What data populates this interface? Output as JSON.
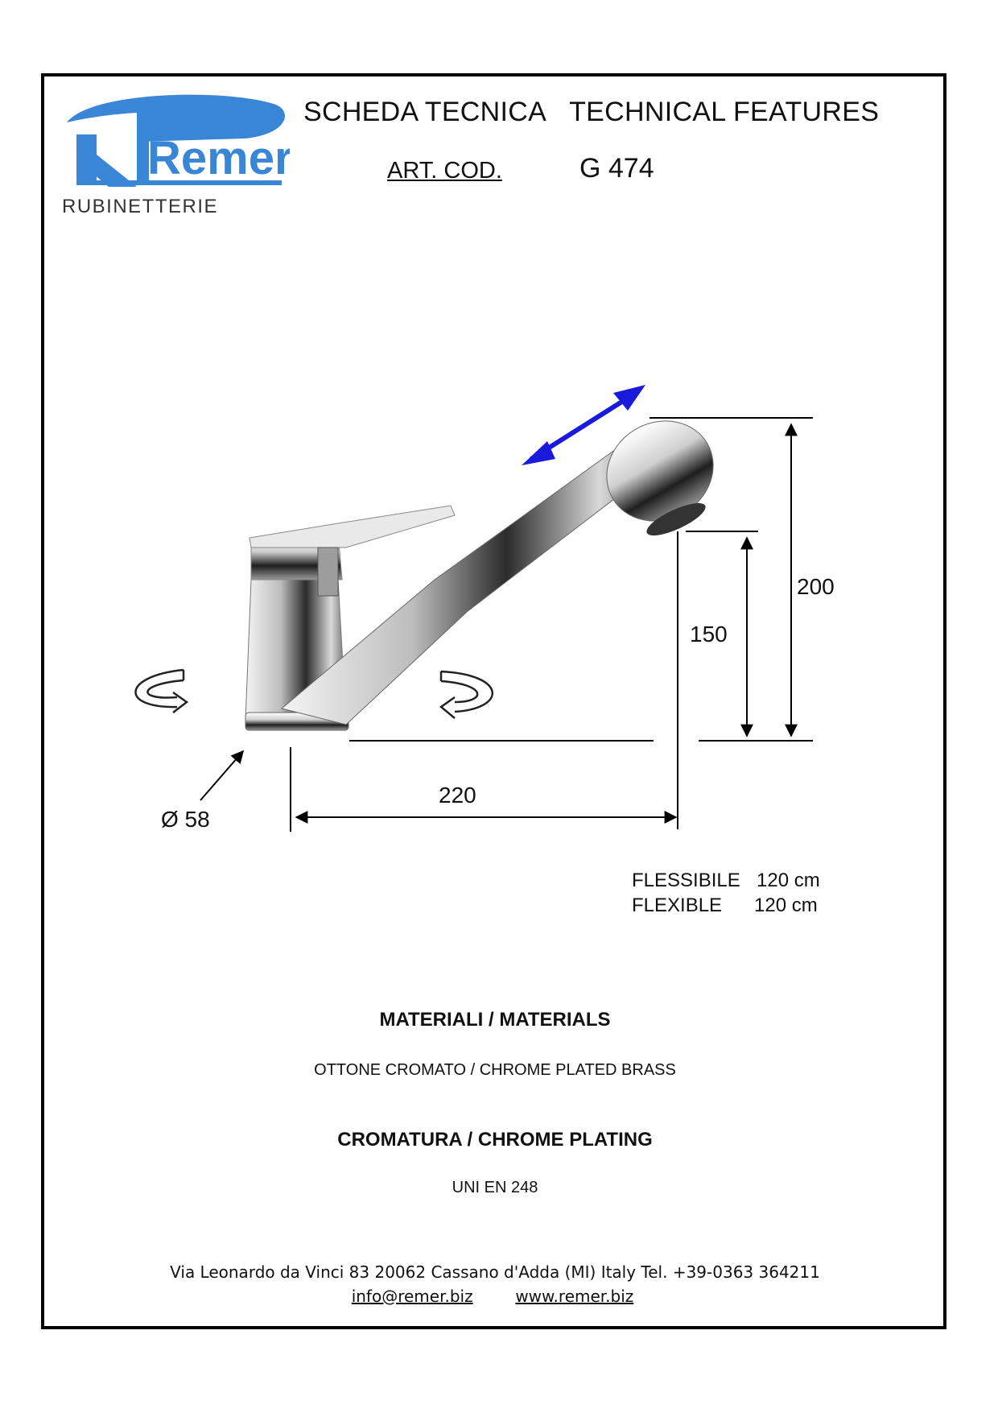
{
  "logo": {
    "brand": "Remer",
    "subtitle": "RUBINETTERIE",
    "color": "#3a86d6"
  },
  "header": {
    "title_it": "SCHEDA TECNICA",
    "title_en": "TECHNICAL FEATURES",
    "art_cod_label": "ART. COD.",
    "art_code": "G 474"
  },
  "drawing": {
    "dimensions": {
      "diameter": "Ø 58",
      "length": "220",
      "height_spout": "150",
      "height_total": "200"
    },
    "arrow_color": "#1a1adb"
  },
  "hose": {
    "label_it": "FLESSIBILE",
    "value_it": "120 cm",
    "label_en": "FLEXIBLE",
    "value_en": "120 cm"
  },
  "materials": {
    "heading": "MATERIALI  /  MATERIALS",
    "value": "OTTONE  CROMATO  /  CHROME  PLATED BRASS"
  },
  "plating": {
    "heading": "CROMATURA  /   CHROME PLATING",
    "value": "UNI EN 248"
  },
  "footer": {
    "address": "Via Leonardo da Vinci 83    20062 Cassano d'Adda (MI) Italy Tel. +39-0363 364211",
    "email": "info@remer.biz",
    "website": "www.remer.biz"
  }
}
